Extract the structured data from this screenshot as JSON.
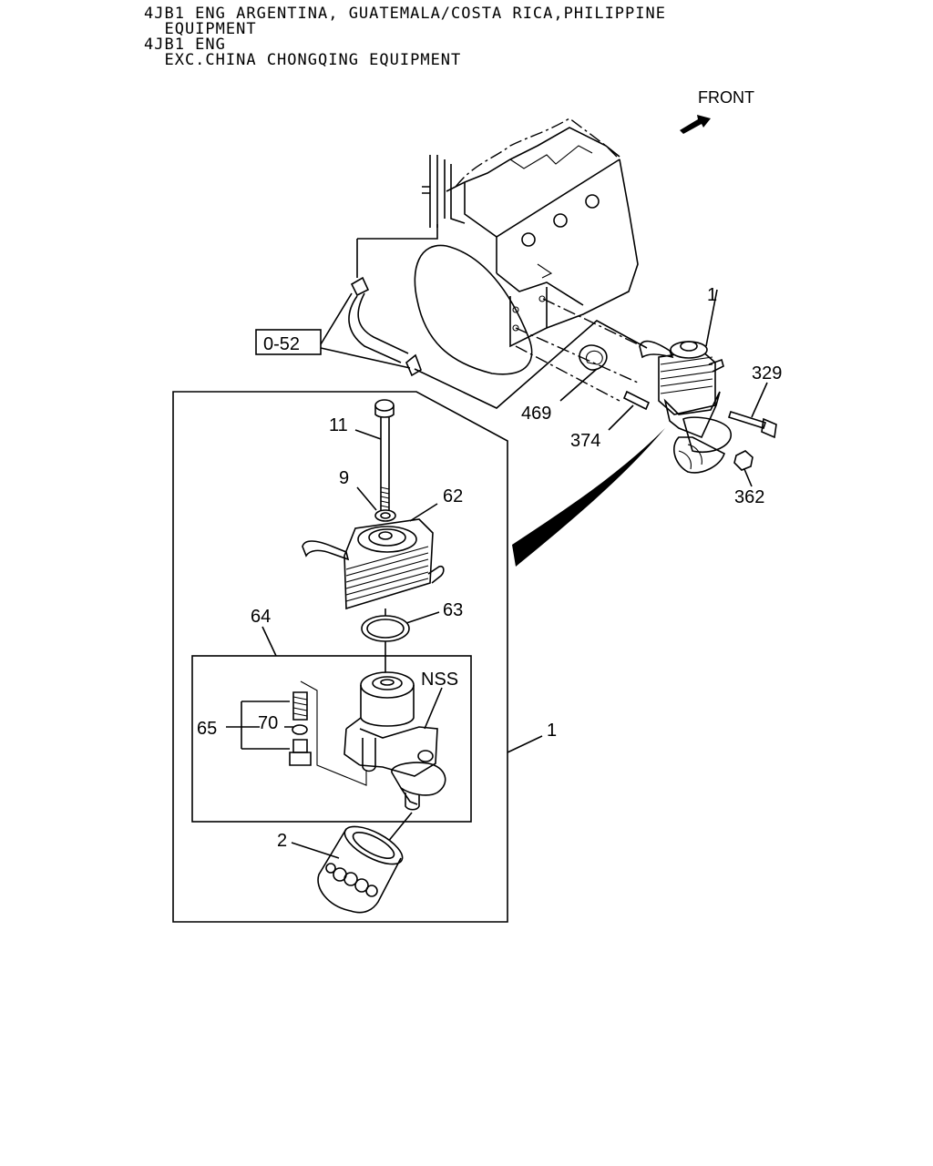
{
  "header": {
    "line1": "4JB1 ENG ARGENTINA, GUATEMALA/COSTA RICA,PHILIPPINE",
    "line2": "  EQUIPMENT",
    "line3": "4JB1 ENG",
    "line4": "  EXC.CHINA CHONGQING EQUIPMENT"
  },
  "front_label": "FRONT",
  "ref_box": "0-52",
  "callouts": {
    "c1_top": "1",
    "c329": "329",
    "c469": "469",
    "c374": "374",
    "c362": "362",
    "c11": "11",
    "c9": "9",
    "c62": "62",
    "c63": "63",
    "c64": "64",
    "c_nss": "NSS",
    "c65": "65",
    "c70": "70",
    "c1_side": "1",
    "c2": "2"
  }
}
